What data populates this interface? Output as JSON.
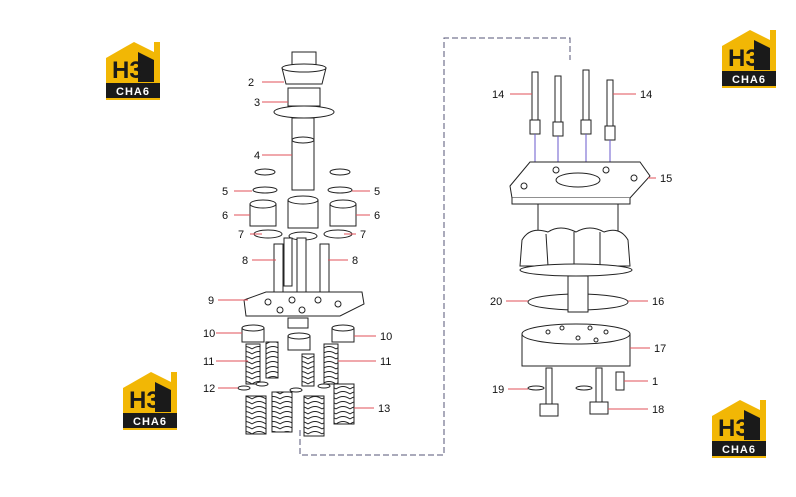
{
  "logo": {
    "main": "H3",
    "sub": "CHA6",
    "brand_yellow": "#f2b705",
    "brand_dark": "#1a1a1a"
  },
  "callouts": {
    "c2": "2",
    "c3": "3",
    "c4": "4",
    "c5a": "5",
    "c5b": "5",
    "c6a": "6",
    "c6b": "6",
    "c7a": "7",
    "c7b": "7",
    "c8a": "8",
    "c8b": "8",
    "c9": "9",
    "c10a": "10",
    "c10b": "10",
    "c11a": "11",
    "c11b": "11",
    "c12": "12",
    "c13": "13",
    "c14a": "14",
    "c14b": "14",
    "c15": "15",
    "c20": "20",
    "c16": "16",
    "c17": "17",
    "c1": "1",
    "c19": "19",
    "c18": "18"
  },
  "colors": {
    "leader_line": "#e0505a",
    "outline": "#222222",
    "dash_link": "#555577",
    "rod_link": "#6a5acd"
  }
}
